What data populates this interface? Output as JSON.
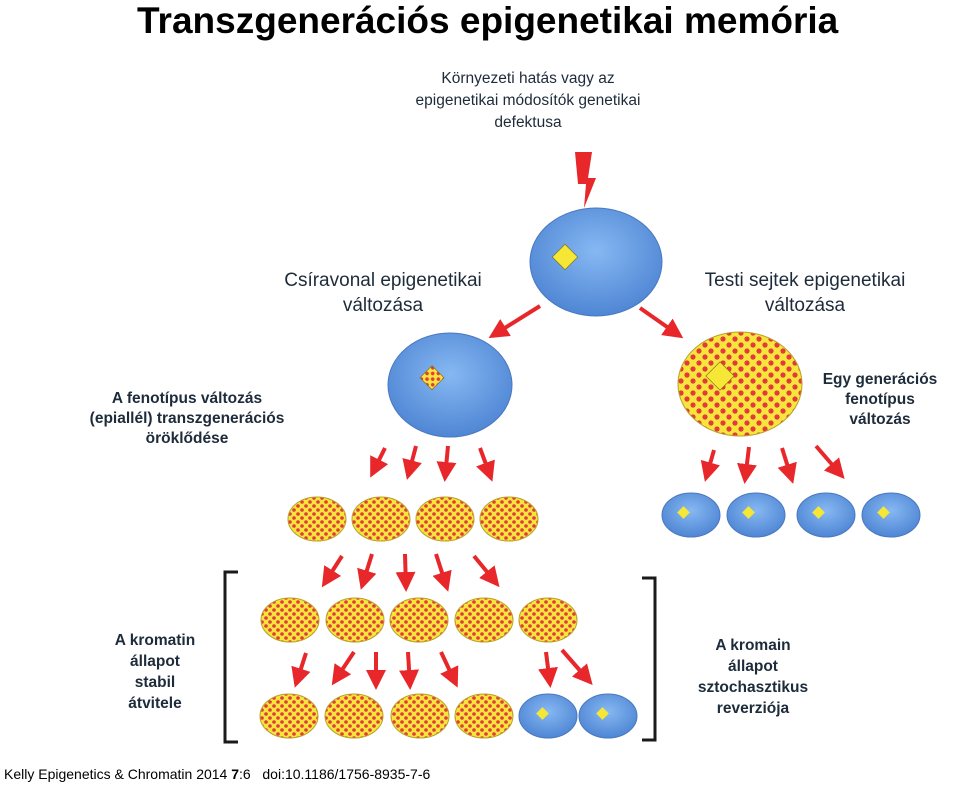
{
  "title": "Transzgenerációs epigenetikai memória",
  "labels": {
    "environment": [
      "Környezeti hatás vagy az",
      "epigenetikai módosítók genetikai",
      "defektusa"
    ],
    "germline": [
      "Csíravonal epigenetikai",
      "változása"
    ],
    "somatic": [
      "Testi sejtek epigenetikai",
      "változása"
    ],
    "transgenerational": [
      "A fenotípus változás",
      "(epiallél) transzgenerációs",
      "öröklődése"
    ],
    "one_generation": [
      "Egy generációs",
      "fenotípus",
      "változás"
    ],
    "stable": [
      "A kromatin",
      "állapot",
      "stabil",
      "átvitele"
    ],
    "reversion": [
      "A kromain",
      "állapot",
      "sztochasztikus",
      "reverziója"
    ]
  },
  "citation": {
    "authors_journal": "Kelly Epigenetics & Chromatin 2014 ",
    "volume": "7",
    "issue": ":6",
    "doi": "doi:10.1186/1756-8935-7-6"
  },
  "colors": {
    "blue_cell": "#5b94dd",
    "marked_cell_base": "#f4e13a",
    "marked_cell_pattern": "#e23a3a",
    "diamond": "#f6e636",
    "arrow": "#e8272b",
    "text": "#1e2b3a"
  }
}
